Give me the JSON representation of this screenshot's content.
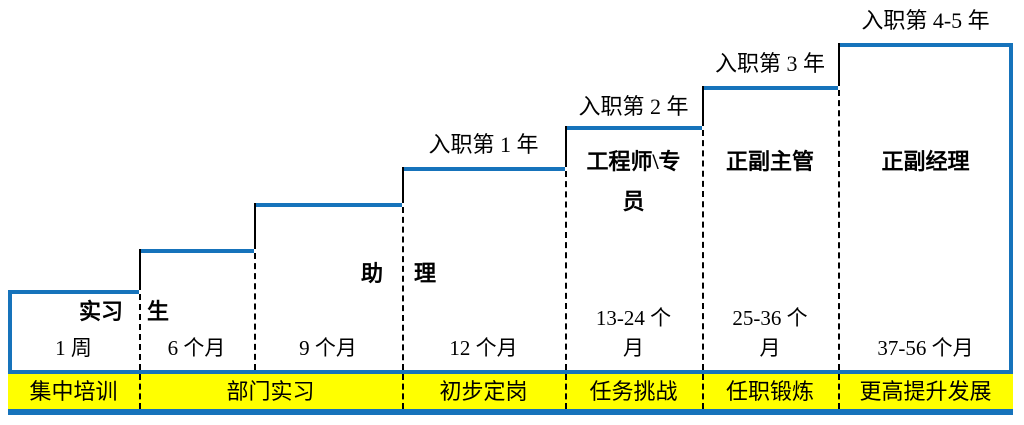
{
  "diagram": {
    "type": "career-ladder-staircase",
    "colors": {
      "step_line_blue": "#1673BB",
      "bottom_bar_yellow": "#FFFF00",
      "text_black": "#000000"
    },
    "stages": [
      {
        "duration_l1": "1 周",
        "duration_l2": ""
      },
      {
        "duration_l1": "6 个月",
        "duration_l2": ""
      },
      {
        "duration_l1": "9 个月",
        "duration_l2": ""
      },
      {
        "duration_l1": "12 个月",
        "duration_l2": "",
        "year_label": "入职第 1 年"
      },
      {
        "duration_l1": "13-24 个",
        "duration_l2": "月",
        "year_label": "入职第 2 年",
        "title_l1": "工程师\\专",
        "title_l2": "员"
      },
      {
        "duration_l1": "25-36 个",
        "duration_l2": "月",
        "year_label": "入职第 3 年",
        "title_l1": "正副主管",
        "title_l2": ""
      },
      {
        "duration_l1": "37-56 个月",
        "duration_l2": "",
        "year_label": "入职第 4-5 年",
        "title_l1": "正副经理",
        "title_l2": ""
      }
    ],
    "span_titles": {
      "intern_left": "实习",
      "intern_right": "生",
      "assistant_left": "助",
      "assistant_right": "理"
    },
    "bottom_bar": {
      "cells": [
        "集中培训",
        "部门实习",
        "初步定岗",
        "任务挑战",
        "任职锻炼",
        "更高提升发展"
      ]
    }
  }
}
